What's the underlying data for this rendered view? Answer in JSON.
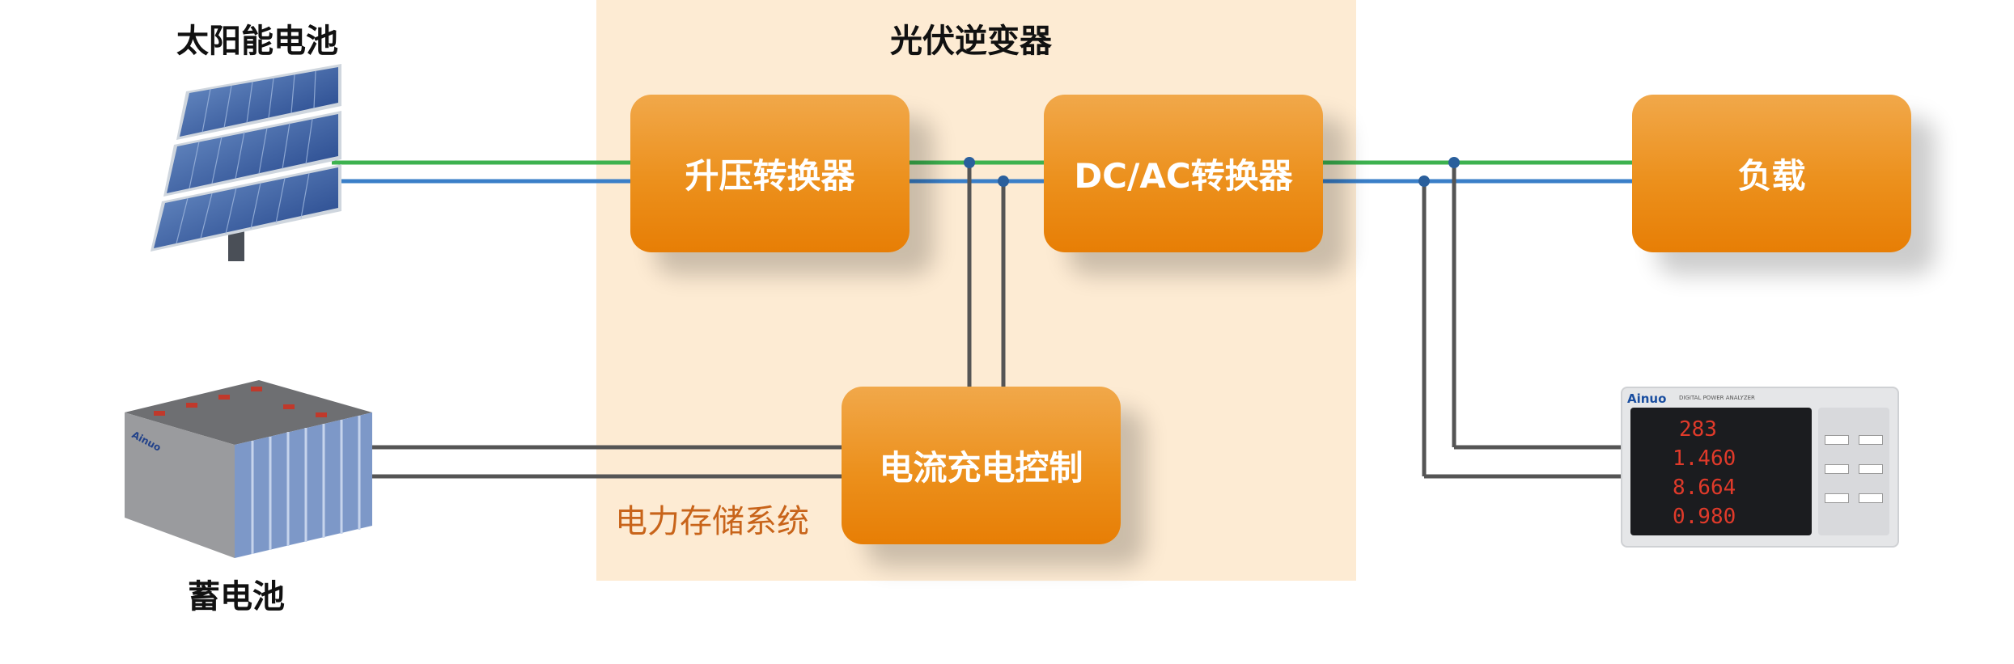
{
  "labels": {
    "solar_panel": "太阳能电池",
    "inverter": "光伏逆变器",
    "battery": "蓄电池",
    "storage": "电力存储系统"
  },
  "blocks": {
    "boost_converter": "升压转换器",
    "dc_ac_converter": "DC/AC转换器",
    "load": "负载",
    "charge_control": "电流充电控制"
  },
  "battery_brand": "Ainuo",
  "analyzer": {
    "brand": "Ainuo",
    "model_text": "DIGITAL POWER ANALYZER",
    "readings": [
      "283",
      "1.460",
      "8.664",
      "0.980"
    ]
  },
  "colors": {
    "wire_green": "#3db24f",
    "wire_blue": "#3a7fc8",
    "wire_gray": "#555555",
    "block_orange": "#ec901c",
    "inverter_bg": "#fdebd3"
  }
}
